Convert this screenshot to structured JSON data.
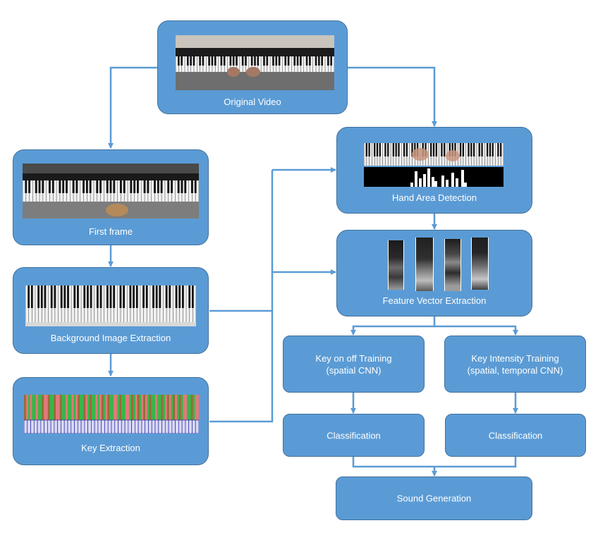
{
  "nodes": {
    "original_video": "Original Video",
    "first_frame": "First frame",
    "background_extraction": "Background Image Extraction",
    "key_extraction": "Key Extraction",
    "hand_area_detection": "Hand Area Detection",
    "feature_vector_extraction": "Feature Vector Extraction",
    "key_onoff_training_line1": "Key on off Training",
    "key_onoff_training_line2": "(spatial CNN)",
    "key_intensity_training_line1": "Key Intensity Training",
    "key_intensity_training_line2": "(spatial, temporal CNN)",
    "classification_left": "Classification",
    "classification_right": "Classification",
    "sound_generation": "Sound Generation"
  },
  "colors": {
    "box_fill": "#5b9bd5",
    "box_border": "#41719c",
    "connector": "#5b9bd5",
    "label_text": "#ffffff"
  }
}
